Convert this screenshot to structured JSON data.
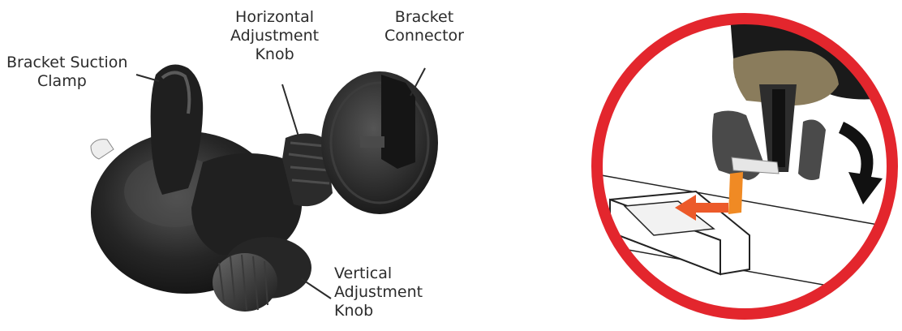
{
  "labels": {
    "suction_clamp": [
      "Bracket Suction",
      "Clamp"
    ],
    "horizontal_knob": [
      "Horizontal",
      "Adjustment",
      "Knob"
    ],
    "bracket_connector": [
      "Bracket",
      "Connector"
    ],
    "vertical_knob": [
      "Vertical",
      "Adjustment",
      "Knob"
    ]
  },
  "colors": {
    "ring": "#e3262d",
    "mount_dark": "#1c1c1c",
    "mount_mid": "#3a3a3a",
    "insert_arrow": "#ec5a2a",
    "tab": "#f08a24",
    "rotate_arrow": "#111111",
    "khaki": "#8a7c5c"
  }
}
